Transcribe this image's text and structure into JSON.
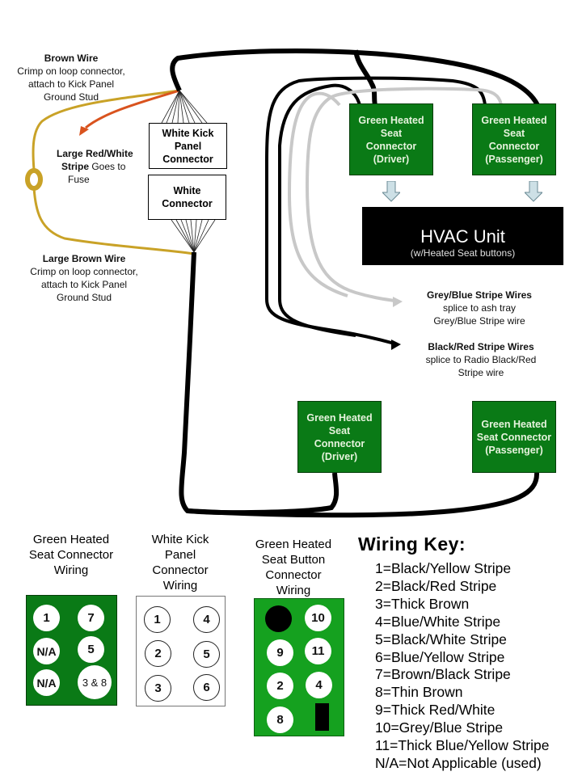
{
  "colors": {
    "green_connector": "#0a7a16",
    "wire_black": "#000000",
    "wire_grey": "#c8c8c8",
    "wire_brown": "#c9a227",
    "wire_red_white": "#d9531e",
    "arrow_fill": "#cde0e6",
    "hvac_bg": "#000000"
  },
  "notes": {
    "brown_wire": {
      "title": "Brown Wire",
      "lines": [
        "Crimp on loop connector,",
        "attach to Kick Panel",
        "Ground Stud"
      ]
    },
    "red_white": {
      "title_bold": "Large Red/White",
      "title_bold2": "Stripe",
      "rest": " Goes to",
      "last": "Fuse"
    },
    "large_brown": {
      "title": "Large Brown Wire",
      "lines": [
        "Crimp on loop connector,",
        "attach to Kick Panel",
        "Ground Stud"
      ]
    },
    "grey_blue": {
      "title": "Grey/Blue Stripe Wires",
      "lines": [
        "splice to ash tray",
        "Grey/Blue Stripe wire"
      ]
    },
    "black_red": {
      "title": "Black/Red Stripe Wires",
      "lines": [
        "splice to Radio Black/Red",
        "Stripe wire"
      ]
    }
  },
  "boxes": {
    "white_kick": "White Kick\nPanel\nConnector",
    "white_connector": "White\nConnector",
    "green_driver_top": "Green Heated\nSeat\nConnector\n(Driver)",
    "green_passenger_top": "Green Heated\nSeat\nConnector\n(Passenger)",
    "green_driver_bottom": "Green Heated\nSeat\nConnector\n(Driver)",
    "green_passenger_bottom": "Green Heated\nSeat Connector\n(Passenger)"
  },
  "hvac": {
    "title": "HVAC Unit",
    "subtitle": "(w/Heated Seat buttons)"
  },
  "sections": {
    "seat_connector": {
      "title": "Green Heated\nSeat Connector\nWiring",
      "pins": [
        "1",
        "7",
        "N/A",
        "5",
        "N/A",
        "3 & 8"
      ]
    },
    "kick_panel": {
      "title": "White Kick\nPanel\nConnector\nWiring",
      "pins": [
        "1",
        "4",
        "2",
        "5",
        "3",
        "6"
      ]
    },
    "button_connector": {
      "title": "Green Heated\nSeat Button\nConnector\nWiring",
      "pins": [
        "10",
        "9",
        "11",
        "2",
        "4",
        "8"
      ]
    }
  },
  "wiring_key": {
    "title": "Wiring Key:",
    "items": [
      "1=Black/Yellow Stripe",
      "2=Black/Red Stripe",
      "3=Thick Brown",
      "4=Blue/White Stripe",
      "5=Black/White Stripe",
      "6=Blue/Yellow Stripe",
      "7=Brown/Black Stripe",
      "8=Thin Brown",
      "9=Thick Red/White",
      "10=Grey/Blue Stripe",
      "11=Thick Blue/Yellow Stripe",
      "N/A=Not Applicable (used)"
    ]
  }
}
